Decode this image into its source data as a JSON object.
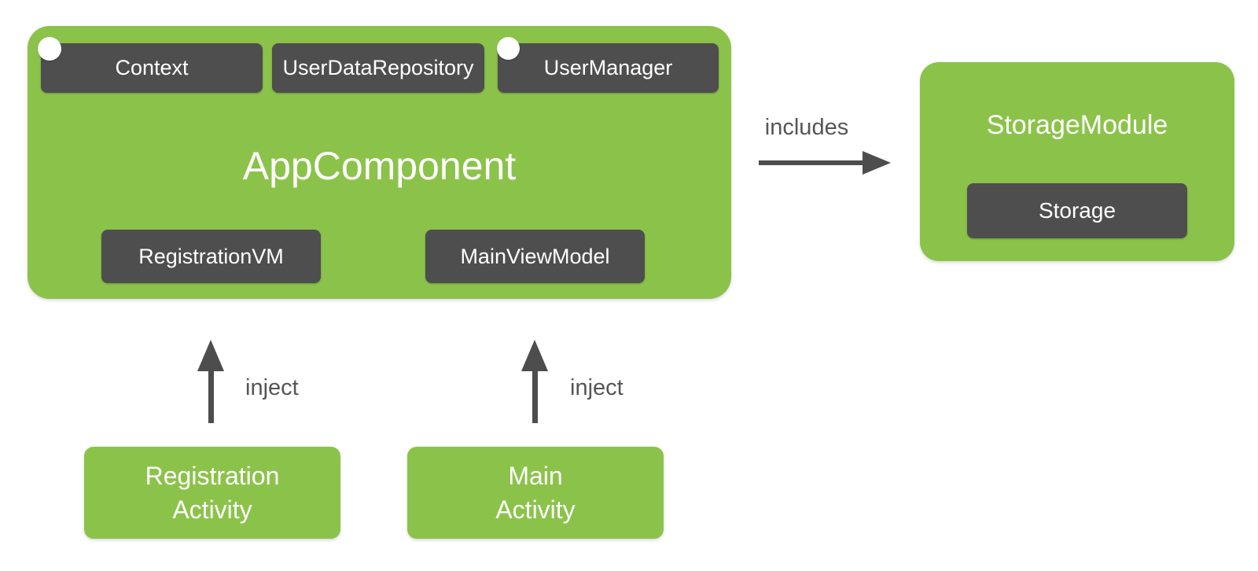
{
  "colors": {
    "green": "#8BC34A",
    "dark_box": "#4E4E4E",
    "arrow": "#4D4D4D",
    "label_text": "#555555",
    "box_text": "#FFFFFF"
  },
  "app_component": {
    "title": "AppComponent",
    "dependencies": [
      {
        "label": "Context",
        "has_scope_dot": true
      },
      {
        "label": "UserDataRepository",
        "has_scope_dot": false
      },
      {
        "label": "UserManager",
        "has_scope_dot": true
      }
    ],
    "viewmodels": [
      {
        "label": "RegistrationVM"
      },
      {
        "label": "MainViewModel"
      }
    ]
  },
  "storage_module": {
    "title": "StorageModule",
    "item": "Storage"
  },
  "relations": {
    "includes_label": "includes",
    "inject_label_registration": "inject",
    "inject_label_main": "inject"
  },
  "activities": [
    {
      "label": "Registration\nActivity"
    },
    {
      "label": "Main\nActivity"
    }
  ]
}
